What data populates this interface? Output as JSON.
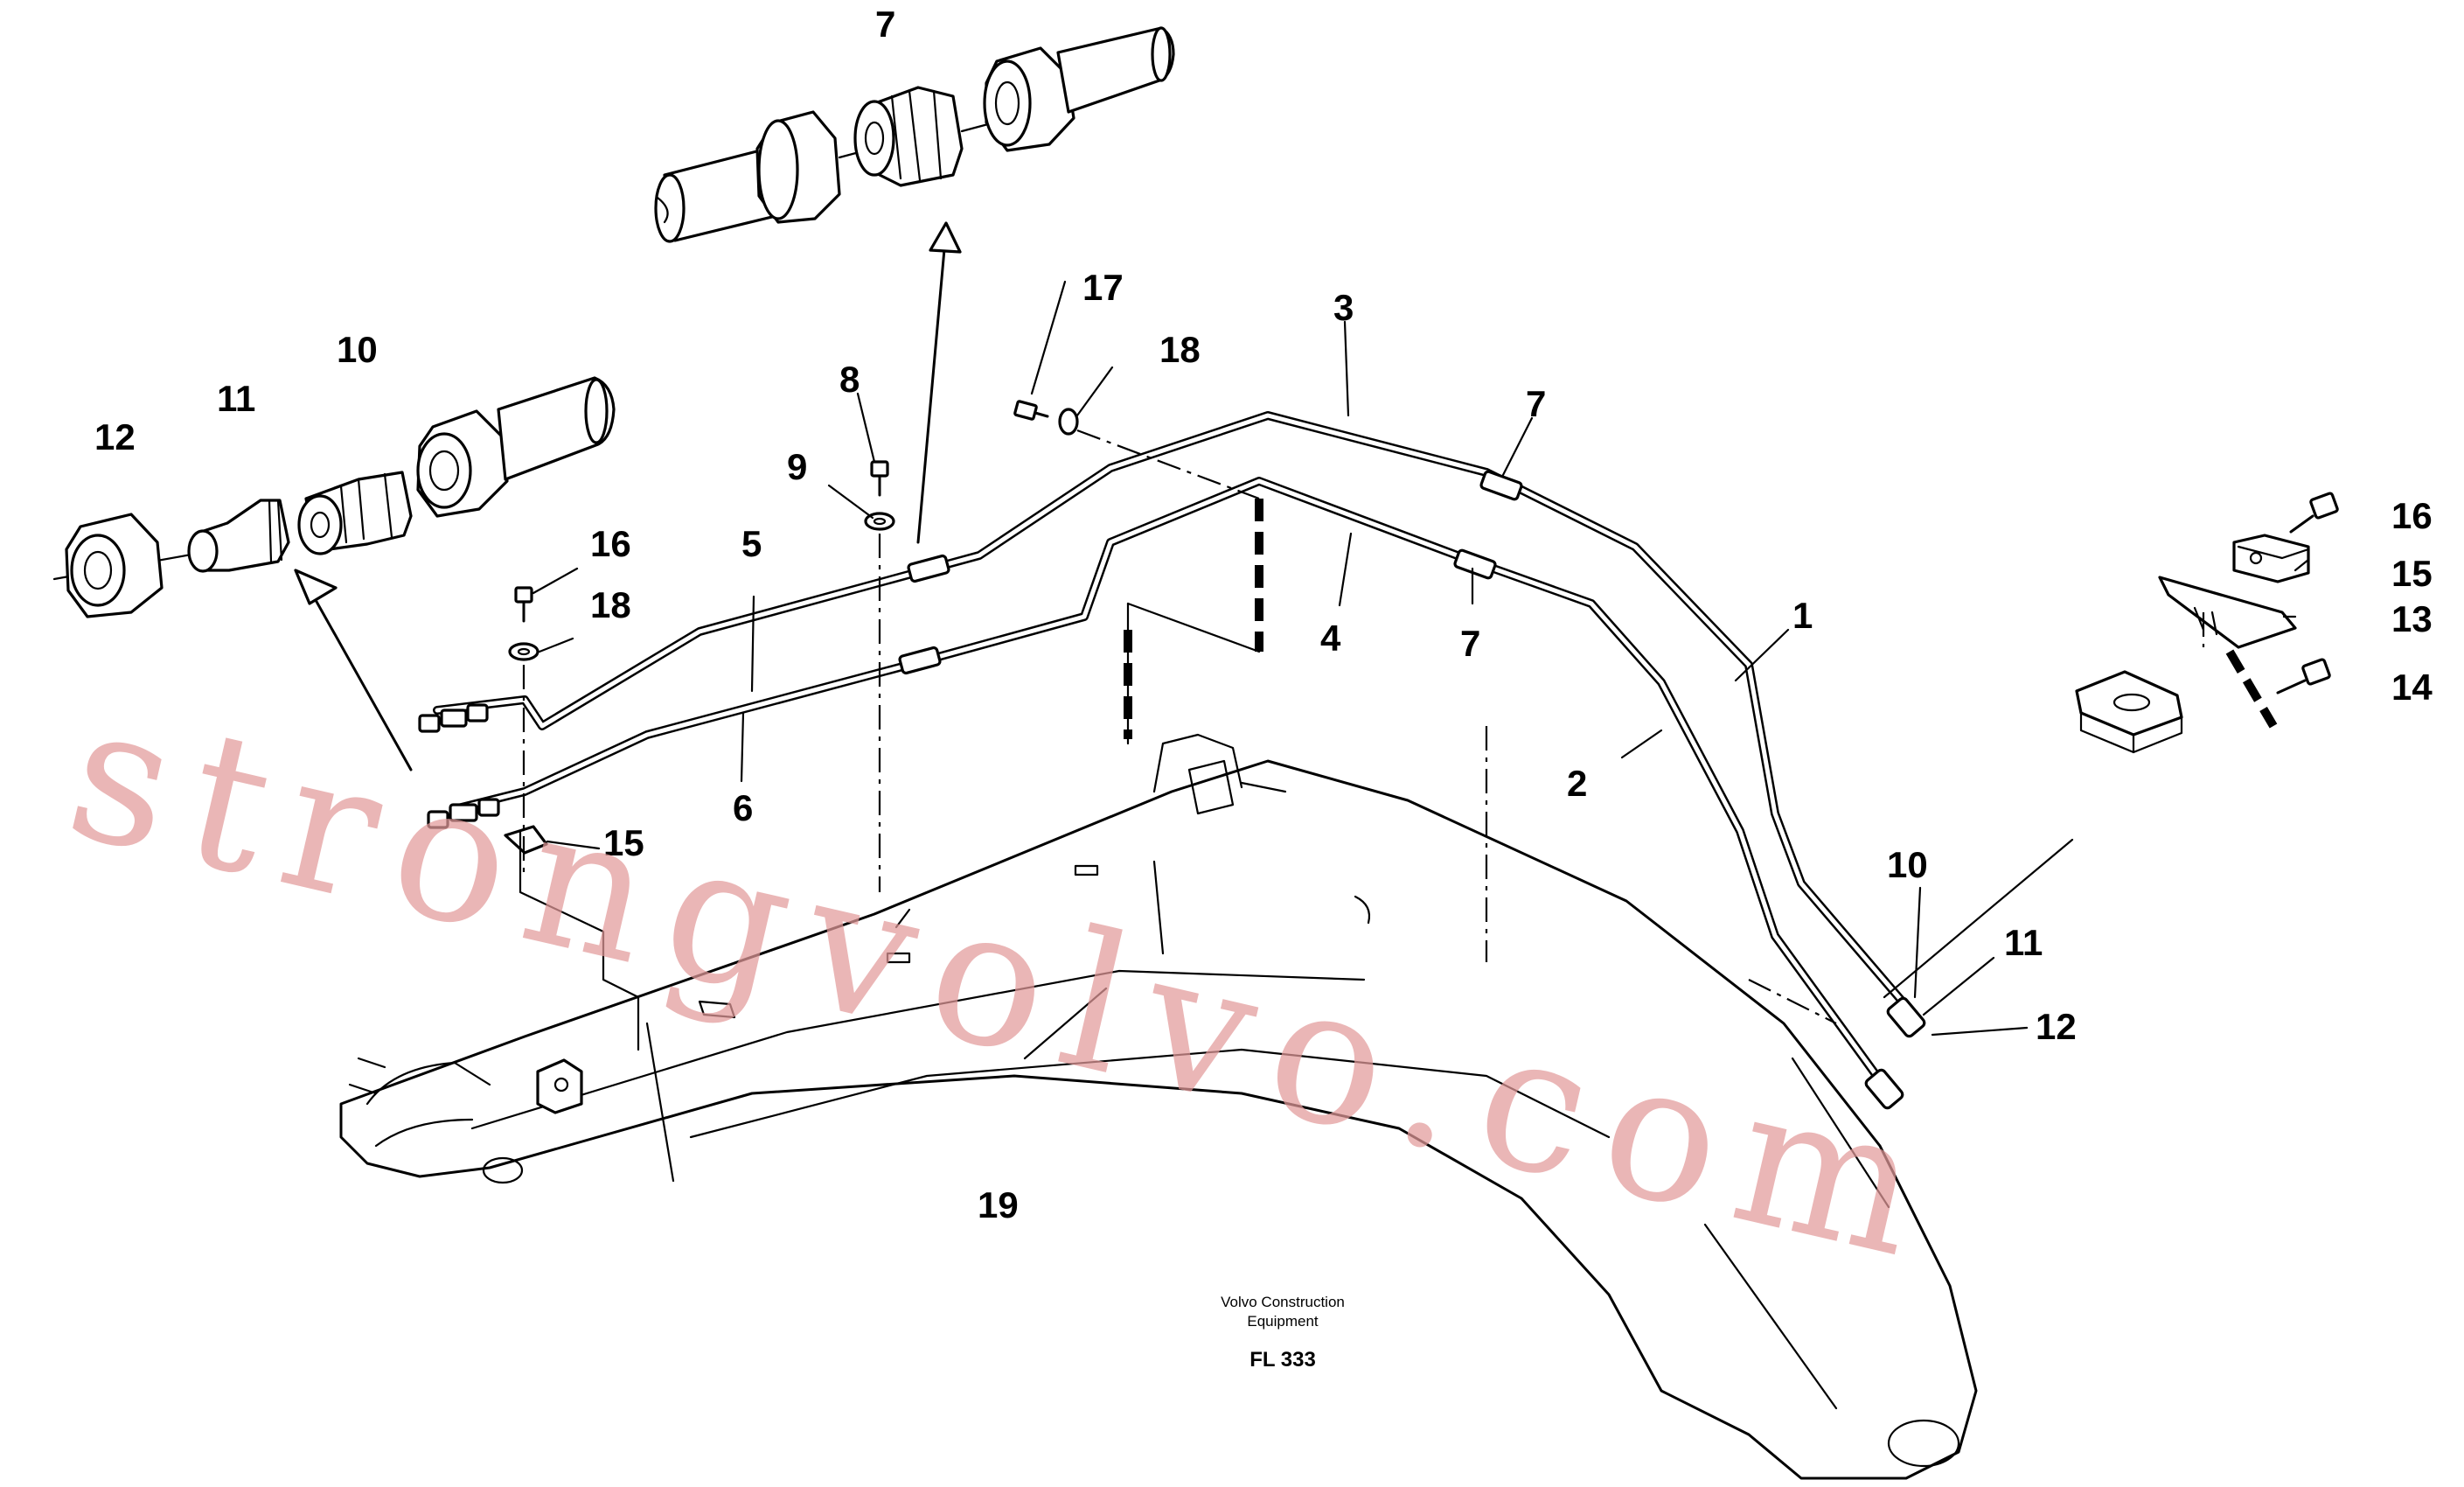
{
  "diagram": {
    "callouts": {
      "c1": "1",
      "c2": "2",
      "c3": "3",
      "c4": "4",
      "c5": "5",
      "c6": "6",
      "c7_top": "7",
      "c7_upper": "7",
      "c7_lower": "7",
      "c8": "8",
      "c9": "9",
      "c10_left": "10",
      "c10_right": "10",
      "c11_left": "11",
      "c11_right": "11",
      "c12_left": "12",
      "c12_right": "12",
      "c13": "13",
      "c14": "14",
      "c15_left": "15",
      "c15_right": "15",
      "c16_left": "16",
      "c16_right": "16",
      "c17": "17",
      "c18_top": "18",
      "c18_left": "18",
      "c19": "19"
    },
    "footer": {
      "company_line1": "Volvo Construction",
      "company_line2": "Equipment",
      "code": "FL 333"
    },
    "watermark": "strongvolvo.com"
  }
}
